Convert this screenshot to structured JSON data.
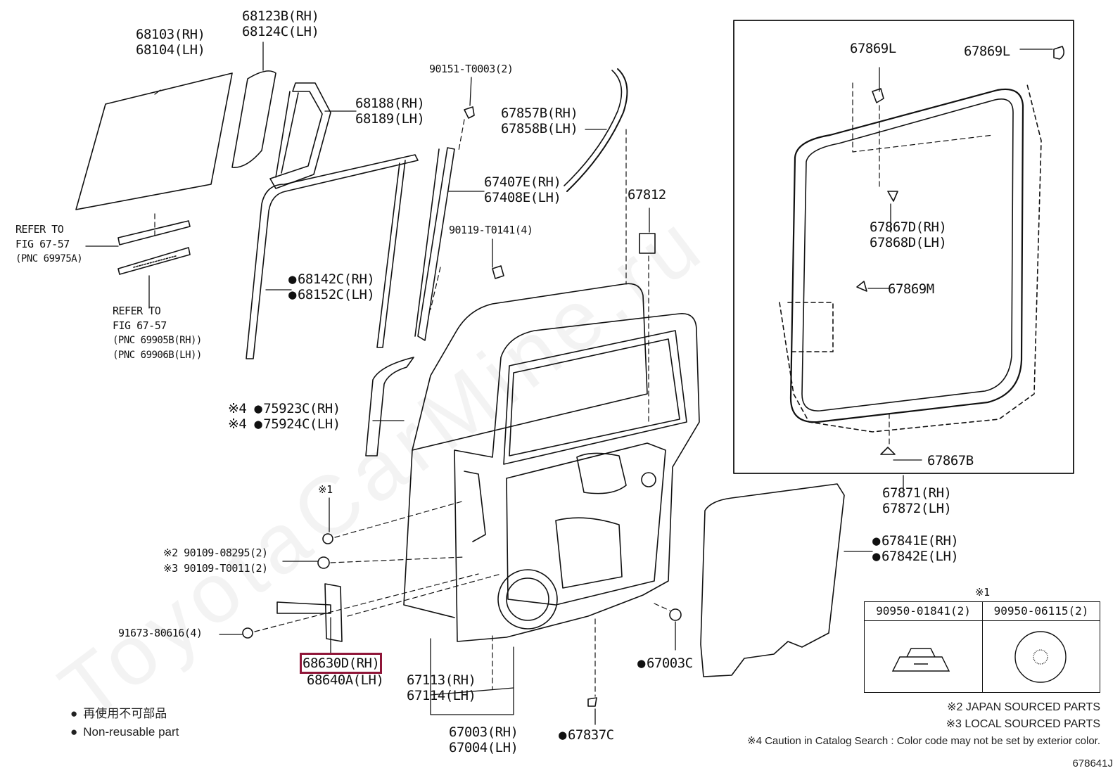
{
  "diagram_id": "678641J",
  "watermark": "ToyotaCarMine.ru",
  "labels": {
    "l68103": [
      "68103(RH)",
      "68104(LH)"
    ],
    "l68123": [
      "68123B(RH)",
      "68124C(LH)"
    ],
    "l68188": [
      "68188(RH)",
      "68189(LH)"
    ],
    "l90151": [
      "90151-T0003(2)"
    ],
    "l67857": [
      "67857B(RH)",
      "67858B(LH)"
    ],
    "l67407": [
      "67407E(RH)",
      "67408E(LH)"
    ],
    "l90119": [
      "90119-T0141(4)"
    ],
    "l67812": [
      "67812"
    ],
    "l68142": [
      "68142C(RH)",
      "68152C(LH)"
    ],
    "lrefer1": [
      "REFER TO",
      "FIG 67-57"
    ],
    "lrefer1pnc": [
      "(PNC 69975A)"
    ],
    "lrefer2": [
      "REFER TO",
      "FIG 67-57"
    ],
    "lrefer2pnc": [
      "(PNC 69905B(RH))",
      "(PNC 69906B(LH))"
    ],
    "l75923a": [
      "※4 ",
      "75923C(RH)"
    ],
    "l75923b": [
      "※4 ",
      "75924C(LH)"
    ],
    "lx1": [
      "※1"
    ],
    "l90109a": [
      "※2 90109-08295(2)"
    ],
    "l90109b": [
      "※3 90109-T0011(2)"
    ],
    "l91673": [
      "91673-80616(4)"
    ],
    "l68630": [
      "68630D(RH)"
    ],
    "l68640": [
      "68640A(LH)"
    ],
    "l67113": [
      "67113(RH)",
      "67114(LH)"
    ],
    "l67003": [
      "67003(RH)",
      "67004(LH)"
    ],
    "l67837": [
      "67837C"
    ],
    "l67003c": [
      "67003C"
    ],
    "l67841": [
      "67841E(RH)",
      "67842E(LH)"
    ],
    "l67869l1": [
      "67869L"
    ],
    "l67869l2": [
      "67869L"
    ],
    "l67867d": [
      "67867D(RH)",
      "67868D(LH)"
    ],
    "l67869m": [
      "67869M"
    ],
    "l67867b": [
      "67867B"
    ],
    "l67871": [
      "67871(RH)",
      "67872(LH)"
    ]
  },
  "clip_table": {
    "mark": "※1",
    "col1": "90950-01841(2)",
    "col2": "90950-06115(2)"
  },
  "legend": {
    "line1": "再使用不可部品",
    "line2": "Non-reusable part"
  },
  "notes": {
    "n2": "※2 JAPAN SOURCED PARTS",
    "n3": "※3 LOCAL SOURCED PARTS",
    "n4": "※4 Caution in Catalog Search : Color code may not be set by exterior color."
  },
  "colors": {
    "line": "#111111",
    "highlight": "#8f1538"
  }
}
